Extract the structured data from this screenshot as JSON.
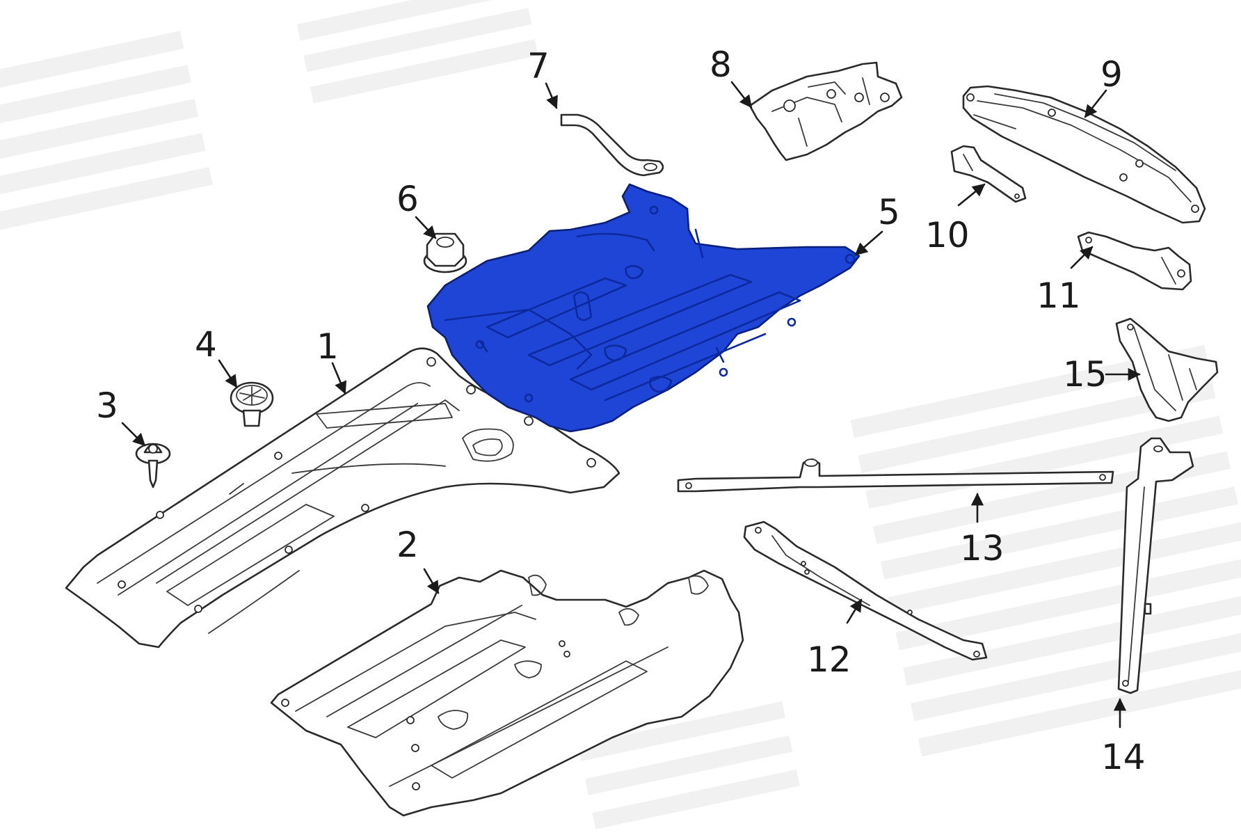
{
  "colors": {
    "highlight_fill": "#1f45d6",
    "outline": "#2a2a2a",
    "background": "#ffffff",
    "watermark_stripes": "#f1f1f1"
  },
  "callouts": [
    {
      "id": "1",
      "label": "1"
    },
    {
      "id": "2",
      "label": "2"
    },
    {
      "id": "3",
      "label": "3"
    },
    {
      "id": "4",
      "label": "4"
    },
    {
      "id": "5",
      "label": "5"
    },
    {
      "id": "6",
      "label": "6"
    },
    {
      "id": "7",
      "label": "7"
    },
    {
      "id": "8",
      "label": "8"
    },
    {
      "id": "9",
      "label": "9"
    },
    {
      "id": "10",
      "label": "10"
    },
    {
      "id": "11",
      "label": "11"
    },
    {
      "id": "12",
      "label": "12"
    },
    {
      "id": "13",
      "label": "13"
    },
    {
      "id": "14",
      "label": "14"
    },
    {
      "id": "15",
      "label": "15"
    }
  ],
  "highlighted_part": "5"
}
